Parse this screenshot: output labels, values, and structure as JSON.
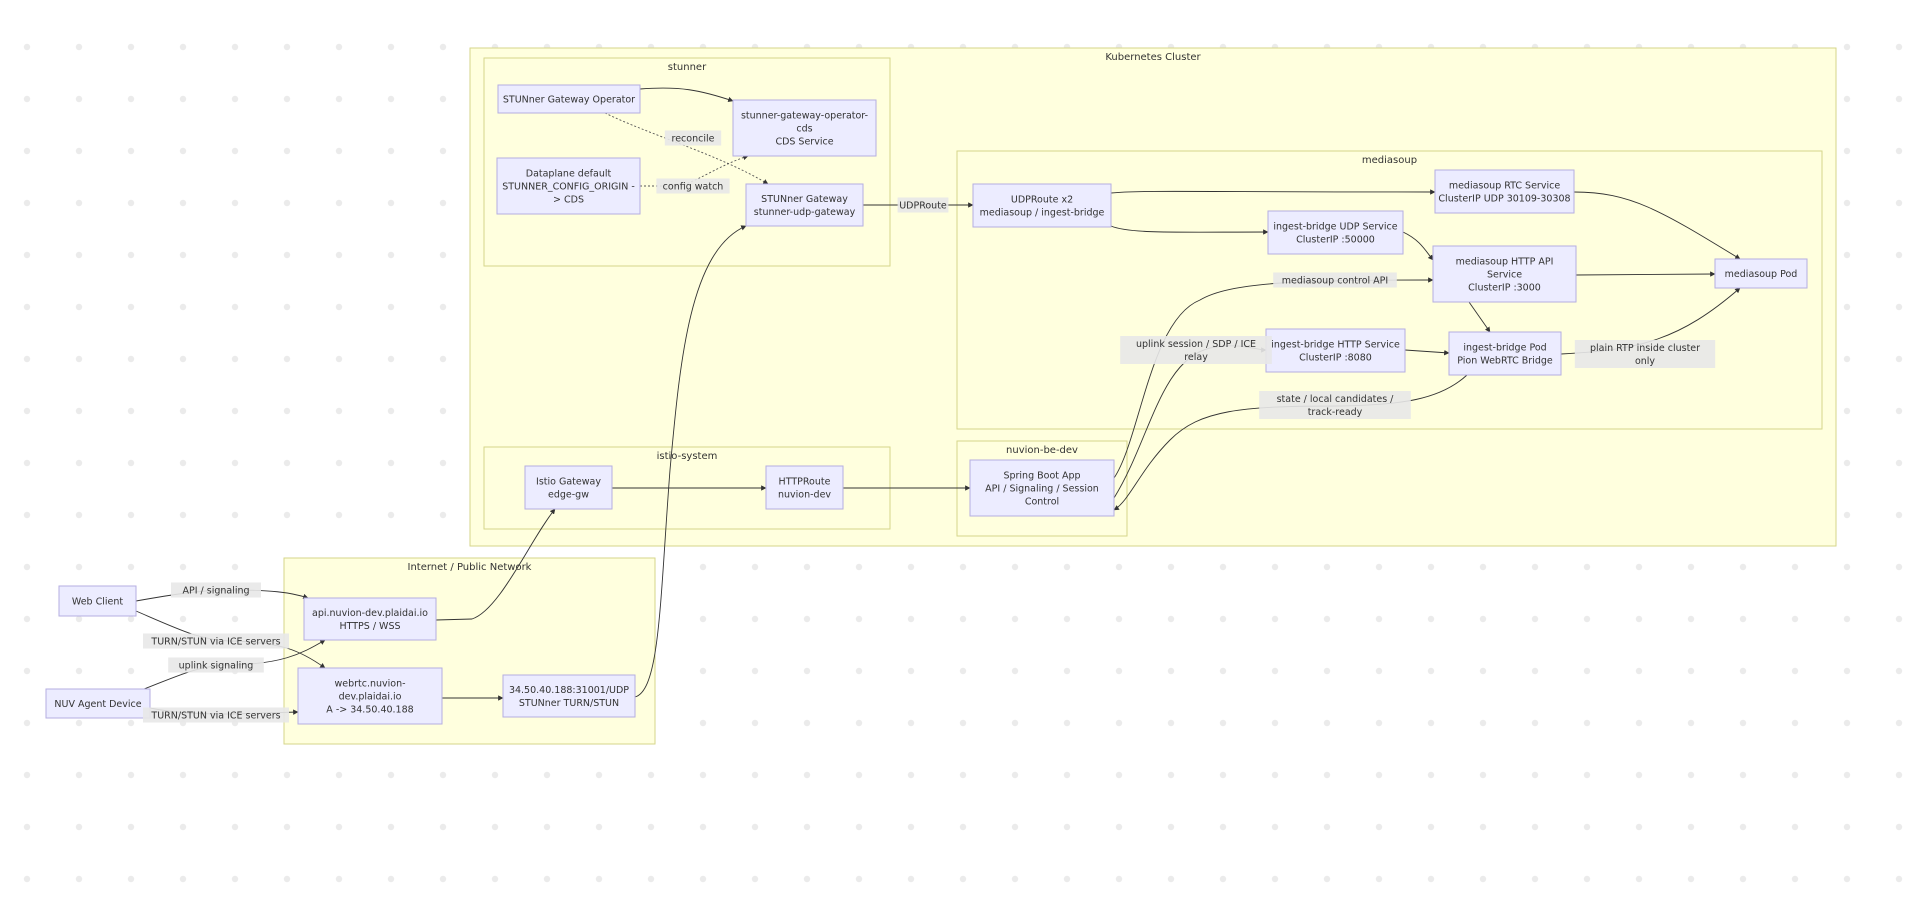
{
  "clusters": {
    "k8s": {
      "title": "Kubernetes Cluster"
    },
    "stunner": {
      "title": "stunner"
    },
    "mediasoup": {
      "title": "mediasoup"
    },
    "istio": {
      "title": "istio-system"
    },
    "nuvion": {
      "title": "nuvion-be-dev"
    },
    "internet": {
      "title": "Internet / Public Network"
    }
  },
  "nodes": {
    "operator": {
      "lines": [
        "STUNner Gateway Operator"
      ]
    },
    "cds": {
      "lines": [
        "stunner-gateway-operator-",
        "cds",
        "CDS Service"
      ]
    },
    "dataplane": {
      "lines": [
        "Dataplane default",
        "STUNNER_CONFIG_ORIGIN -",
        "> CDS"
      ]
    },
    "gateway": {
      "lines": [
        "STUNner Gateway",
        "stunner-udp-gateway"
      ]
    },
    "udproute": {
      "lines": [
        "UDPRoute x2",
        "mediasoup / ingest-bridge"
      ]
    },
    "rtcsvc": {
      "lines": [
        "mediasoup RTC Service",
        "ClusterIP UDP 30109-30308"
      ]
    },
    "ibudp": {
      "lines": [
        "ingest-bridge UDP Service",
        "ClusterIP :50000"
      ]
    },
    "httpapi": {
      "lines": [
        "mediasoup HTTP API",
        "Service",
        "ClusterIP :3000"
      ]
    },
    "mspod": {
      "lines": [
        "mediasoup Pod"
      ]
    },
    "ibhttp": {
      "lines": [
        "ingest-bridge HTTP Service",
        "ClusterIP :8080"
      ]
    },
    "ibpod": {
      "lines": [
        "ingest-bridge Pod",
        "Pion WebRTC Bridge"
      ]
    },
    "istiogw": {
      "lines": [
        "Istio Gateway",
        "edge-gw"
      ]
    },
    "httproute": {
      "lines": [
        "HTTPRoute",
        "nuvion-dev"
      ]
    },
    "spring": {
      "lines": [
        "Spring Boot App",
        "API / Signaling / Session",
        "Control"
      ]
    },
    "webclient": {
      "lines": [
        "Web Client"
      ]
    },
    "agent": {
      "lines": [
        "NUV Agent Device"
      ]
    },
    "api": {
      "lines": [
        "api.nuvion-dev.plaidai.io",
        "HTTPS / WSS"
      ]
    },
    "webrtc": {
      "lines": [
        "webrtc.nuvion-",
        "dev.plaidai.io",
        "A -> 34.50.40.188"
      ]
    },
    "turn": {
      "lines": [
        "34.50.40.188:31001/UDP",
        "STUNner TURN/STUN"
      ]
    }
  },
  "edges": [
    {
      "id": "operator-cds",
      "from": "operator",
      "to": "cds",
      "style": "solid",
      "label": []
    },
    {
      "id": "operator-gateway",
      "from": "operator",
      "to": "gateway",
      "style": "dotted",
      "label": [
        "reconcile"
      ]
    },
    {
      "id": "dataplane-cds",
      "from": "dataplane",
      "to": "cds",
      "style": "dotted",
      "label": [
        "config watch"
      ]
    },
    {
      "id": "gateway-udproute",
      "from": "gateway",
      "to": "udproute",
      "style": "solid",
      "label": [
        "UDPRoute"
      ]
    },
    {
      "id": "udproute-rtcsvc",
      "from": "udproute",
      "to": "rtcsvc",
      "style": "solid",
      "label": []
    },
    {
      "id": "udproute-ibudp",
      "from": "udproute",
      "to": "ibudp",
      "style": "solid",
      "label": []
    },
    {
      "id": "rtcsvc-mspod",
      "from": "rtcsvc",
      "to": "mspod",
      "style": "solid",
      "label": []
    },
    {
      "id": "httpapi-mspod",
      "from": "httpapi",
      "to": "mspod",
      "style": "solid",
      "label": []
    },
    {
      "id": "ibudp-ibpod",
      "from": "ibudp",
      "to": "ibpod",
      "style": "solid",
      "label": []
    },
    {
      "id": "httpapi-ibpod",
      "from": "httpapi",
      "to": "ibpod",
      "style": "solid",
      "label": []
    },
    {
      "id": "ibhttp-ibpod",
      "from": "ibhttp",
      "to": "ibpod",
      "style": "solid",
      "label": []
    },
    {
      "id": "ibpod-mspod",
      "from": "ibpod",
      "to": "mspod",
      "style": "solid",
      "label": [
        "plain RTP inside cluster",
        "only"
      ]
    },
    {
      "id": "spring-httpapi",
      "from": "spring",
      "to": "httpapi",
      "style": "solid",
      "label": [
        "mediasoup control API"
      ]
    },
    {
      "id": "spring-ibhttp",
      "from": "spring",
      "to": "ibhttp",
      "style": "solid",
      "label": [
        "uplink session / SDP / ICE",
        "relay"
      ]
    },
    {
      "id": "ibpod-spring",
      "from": "ibpod",
      "to": "spring",
      "style": "solid",
      "label": [
        "state / local candidates /",
        "track-ready"
      ]
    },
    {
      "id": "istiogw-httproute",
      "from": "istiogw",
      "to": "httproute",
      "style": "solid",
      "label": []
    },
    {
      "id": "httproute-spring",
      "from": "httproute",
      "to": "spring",
      "style": "solid",
      "label": []
    },
    {
      "id": "webclient-api",
      "from": "webclient",
      "to": "api",
      "style": "solid",
      "label": [
        "API / signaling"
      ]
    },
    {
      "id": "webclient-webrtc",
      "from": "webclient",
      "to": "webrtc",
      "style": "solid",
      "label": [
        "TURN/STUN via ICE servers"
      ]
    },
    {
      "id": "agent-api",
      "from": "agent",
      "to": "api",
      "style": "solid",
      "label": [
        "uplink signaling"
      ]
    },
    {
      "id": "agent-webrtc",
      "from": "agent",
      "to": "webrtc",
      "style": "solid",
      "label": [
        "TURN/STUN via ICE servers"
      ]
    },
    {
      "id": "api-istiogw",
      "from": "api",
      "to": "istiogw",
      "style": "solid",
      "label": []
    },
    {
      "id": "webrtc-turn",
      "from": "webrtc",
      "to": "turn",
      "style": "solid",
      "label": []
    },
    {
      "id": "turn-gateway",
      "from": "turn",
      "to": "gateway",
      "style": "solid",
      "label": []
    }
  ]
}
